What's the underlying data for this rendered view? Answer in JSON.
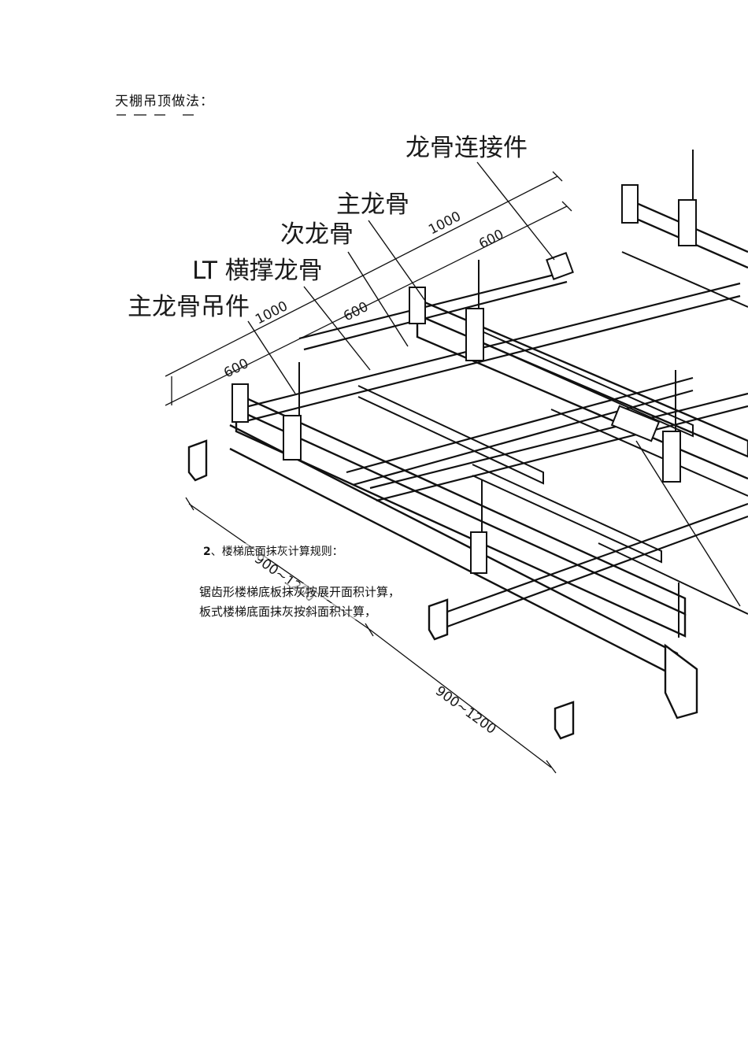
{
  "document": {
    "heading": "天棚吊顶做法："
  },
  "figure": {
    "callouts": {
      "connector": "龙骨连接件",
      "main_keel": "主龙骨",
      "secondary_keel": "次龙骨",
      "lt_brace_keel": "LT 横撑龙骨",
      "main_keel_hanger": "主龙骨吊件"
    },
    "dimensions": {
      "top_1000": "1000",
      "top_600": "600",
      "mid_1000": "1000",
      "mid_600": "600",
      "left_600": "600",
      "left_range": "900~1200",
      "bottom_range": "900~1200"
    }
  },
  "rules": {
    "number": "2",
    "heading": "、楼梯底面抹灰计算规则：",
    "line1": "锯齿形楼梯底板抹灰按展开面积计算，",
    "line2": "板式楼梯底面抹灰按斜面积计算，"
  }
}
